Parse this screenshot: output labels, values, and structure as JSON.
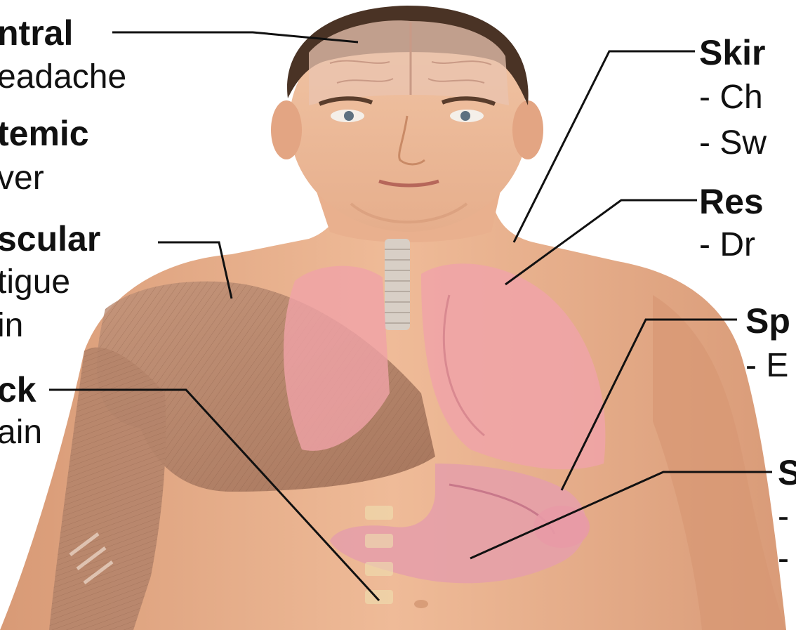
{
  "left_labels": [
    {
      "id": "central-heading",
      "text": "ntral"
    },
    {
      "id": "central-symptom",
      "text": "eadache"
    },
    {
      "id": "systemic-heading",
      "text": "temic"
    },
    {
      "id": "systemic-symptom",
      "text": "ver"
    },
    {
      "id": "muscular-heading",
      "text": "scular"
    },
    {
      "id": "muscular-symptom-1",
      "text": "tigue"
    },
    {
      "id": "muscular-symptom-2",
      "text": "in"
    },
    {
      "id": "back-heading",
      "text": "ck"
    },
    {
      "id": "back-symptom",
      "text": "ain"
    }
  ],
  "right_labels": [
    {
      "id": "skin-heading",
      "text": "Skir"
    },
    {
      "id": "skin-symptom-1",
      "text": "- Ch"
    },
    {
      "id": "skin-symptom-2",
      "text": "- Sw"
    },
    {
      "id": "respiratory-heading",
      "text": "Res"
    },
    {
      "id": "respiratory-symptom",
      "text": "- Dr"
    },
    {
      "id": "spleen-heading",
      "text": "Sp"
    },
    {
      "id": "spleen-symptom",
      "text": "- E"
    },
    {
      "id": "stomach-heading",
      "text": "S"
    },
    {
      "id": "stomach-symptom-1",
      "text": "-"
    },
    {
      "id": "stomach-symptom-2",
      "text": "-"
    }
  ],
  "colors": {
    "skin": "#e8b08e",
    "hair": "#4a3325",
    "muscle": "#b07c62",
    "lung": "#f0a3a8",
    "stomach": "#e6a0a8",
    "brain": "#e9c4b0",
    "leader_line": "#111111",
    "text": "#111111"
  }
}
